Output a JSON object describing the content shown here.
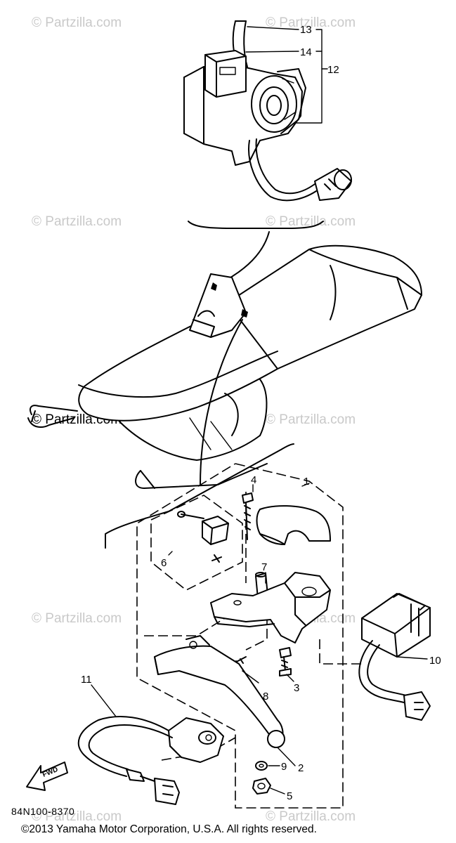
{
  "watermarks": [
    "© Partzilla.com",
    "© Partzilla.com",
    "© Partzilla.com",
    "© Partzilla.com",
    "© Partzilla.com",
    "© Partzilla.com",
    "© Partzilla.com",
    "© Partzilla.com",
    "© Partzilla.com",
    "© Partzilla.com"
  ],
  "callouts": {
    "c1": "1",
    "c2": "2",
    "c3": "3",
    "c4": "4",
    "c5": "5",
    "c6": "6",
    "c7": "7",
    "c8": "8",
    "c9": "9",
    "c10": "10",
    "c11": "11",
    "c12": "12",
    "c13": "13",
    "c14": "14"
  },
  "fwd_label": "FWD",
  "part_number": "84N100-8370",
  "copyright": "©2013  Yamaha Motor Corporation, U.S.A. All rights reserved."
}
